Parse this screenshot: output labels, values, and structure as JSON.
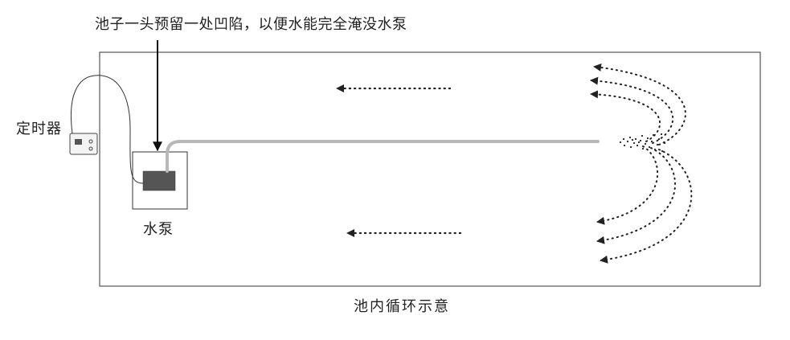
{
  "callout": {
    "text": "池子一头预留一处凹陷，以便水能完全淹没水泵"
  },
  "timer": {
    "label": "定时器"
  },
  "pump": {
    "label": "水泵"
  },
  "caption": "池内循环示意",
  "colors": {
    "outline": "#333333",
    "pump_body": "#555555",
    "pipe": "#b5b5b5",
    "dots": "#222222"
  }
}
